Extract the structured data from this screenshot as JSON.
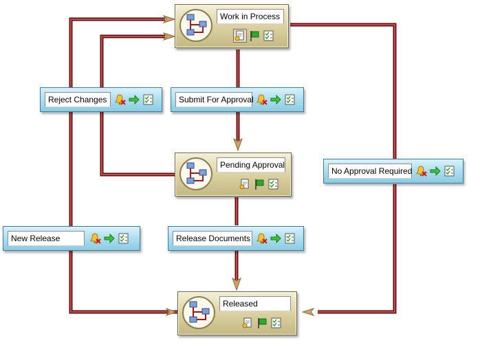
{
  "states": {
    "work_in_process": {
      "label": "Work in Process",
      "icons": [
        "workflow-icon",
        "document-edit-icon",
        "green-flag-icon",
        "checklist-icon"
      ]
    },
    "pending_approval": {
      "label": "Pending Approval",
      "icons": [
        "workflow-icon",
        "document-edit-icon",
        "green-flag-icon",
        "checklist-icon"
      ]
    },
    "released": {
      "label": "Released",
      "icons": [
        "workflow-icon",
        "document-edit-icon",
        "green-flag-icon",
        "checklist-icon"
      ]
    }
  },
  "transitions": {
    "reject_changes": {
      "label": "Reject Changes",
      "icons": [
        "bell-delete-icon",
        "arrow-right-icon",
        "checklist-icon"
      ]
    },
    "submit_for_approval": {
      "label": "Submit For Approval",
      "icons": [
        "bell-delete-icon",
        "arrow-right-icon",
        "checklist-icon"
      ]
    },
    "no_approval_required": {
      "label": "No Approval Required",
      "icons": [
        "bell-delete-icon",
        "arrow-right-icon",
        "checklist-icon"
      ]
    },
    "new_release": {
      "label": "New Release",
      "icons": [
        "bell-delete-icon",
        "arrow-right-icon",
        "checklist-icon"
      ]
    },
    "release_documents": {
      "label": "Release Documents",
      "icons": [
        "bell-delete-icon",
        "arrow-right-icon",
        "checklist-icon"
      ]
    }
  },
  "colors": {
    "connector": "#8b1f1f",
    "arrowhead": "#c8a46a",
    "state_fill": "#d9cf9f",
    "transition_fill": "#a9dced"
  }
}
